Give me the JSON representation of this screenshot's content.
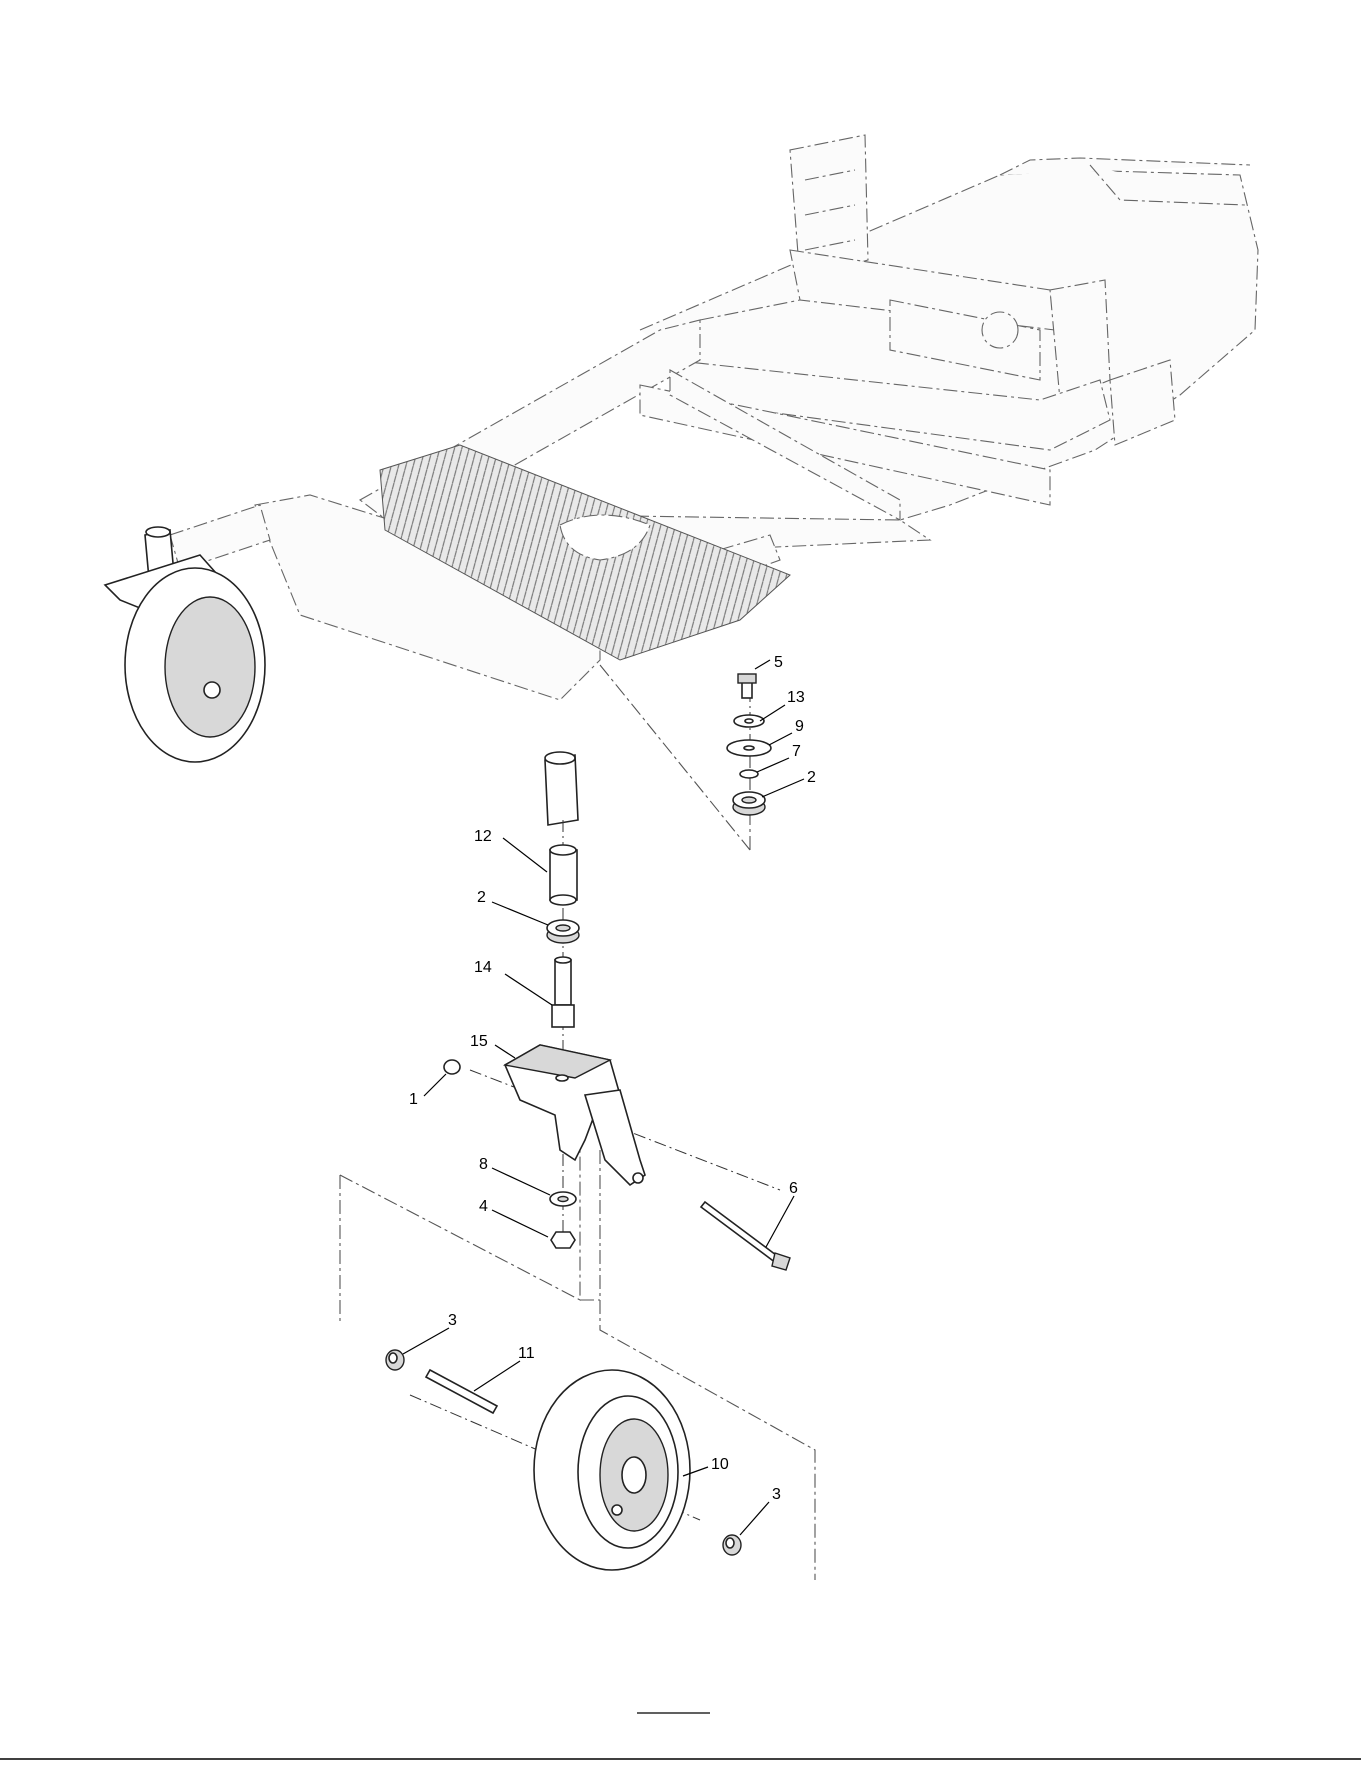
{
  "diagram": {
    "type": "exploded-parts-view",
    "callouts": {
      "c1": "1",
      "c2a": "2",
      "c2b": "2",
      "c3a": "3",
      "c3b": "3",
      "c4": "4",
      "c5": "5",
      "c6": "6",
      "c7": "7",
      "c8": "8",
      "c9": "9",
      "c10": "10",
      "c11": "11",
      "c12": "12",
      "c13": "13",
      "c14": "14",
      "c15": "15"
    }
  }
}
